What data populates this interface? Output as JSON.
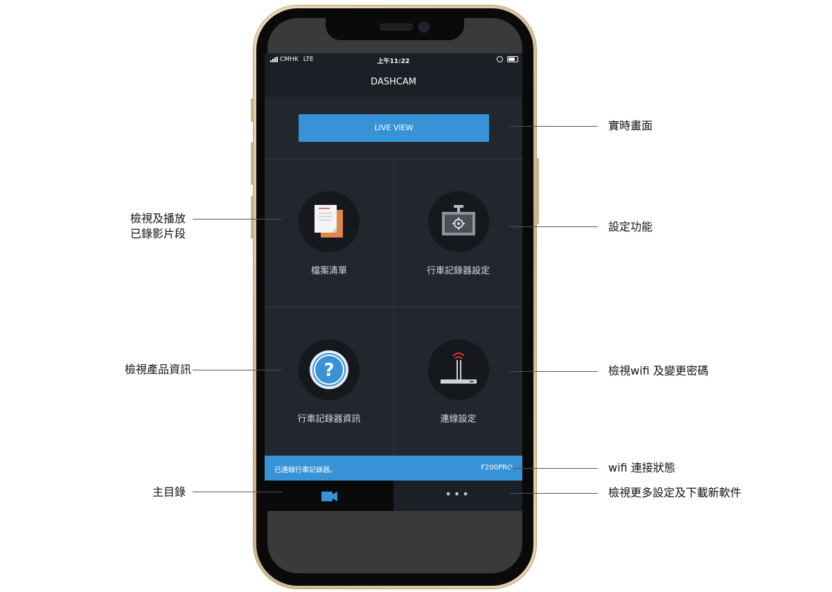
{
  "status_bar": {
    "carrier": "CMHK",
    "network": "LTE",
    "time": "上午11:22"
  },
  "nav": {
    "title": "DASHCAM"
  },
  "live_view": {
    "label": "LIVE VIEW"
  },
  "tiles": [
    {
      "label": "檔案清單",
      "icon": "file-list-icon"
    },
    {
      "label": "行車記錄器設定",
      "icon": "settings-monitor-icon"
    },
    {
      "label": "行車記錄器資訊",
      "icon": "help-question-icon"
    },
    {
      "label": "連線設定",
      "icon": "wifi-router-icon"
    }
  ],
  "connection": {
    "status": "已連線行車記錄器。",
    "model": "F200PRO"
  },
  "tabbar": {
    "home_icon": "video-camera-icon",
    "more": "•••"
  },
  "callouts": {
    "live": "實時畫面",
    "settings": "設定功能",
    "files_line1": "檢視及播放",
    "files_line2": "已錄影片段",
    "info": "檢視產品資訊",
    "wifi": "檢視wifi 及變更密碼",
    "wifi_status": "wifi 連接狀態",
    "home": "主目錄",
    "more": "檢視更多設定及下載新軟件"
  },
  "colors": {
    "accent": "#3793d6",
    "background": "#22262e",
    "file_orange": "#e0864a",
    "wifi_red": "#e0363a"
  }
}
